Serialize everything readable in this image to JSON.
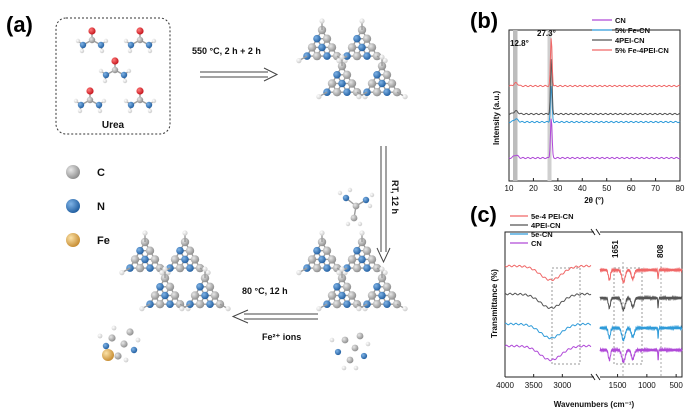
{
  "panels": {
    "a": "(a)",
    "b": "(b)",
    "c": "(c)"
  },
  "scheme": {
    "urea_label": "Urea",
    "step1": "550 °C, 2 h + 2 h",
    "step2": "RT, 12 h",
    "step3": "80 °C, 12 h",
    "fe_ions": "Fe²⁺ ions",
    "legend": [
      {
        "symbol": "C",
        "color": "#9a9a9a"
      },
      {
        "symbol": "N",
        "color": "#2c6fb5"
      },
      {
        "symbol": "Fe",
        "color": "#d6a451"
      }
    ],
    "colors": {
      "C": "#9a9a9a",
      "N": "#2c6fb5",
      "H": "#f4f4f4",
      "O": "#e0141e",
      "Fe": "#d6a451"
    }
  },
  "xrd": {
    "ylabel": "Intensity (a.u.)",
    "xlabel": "2θ (°)",
    "xticks": [
      "10",
      "20",
      "30",
      "40",
      "50",
      "60",
      "70",
      "80"
    ],
    "peak1": "12.8°",
    "peak2": "27.3°",
    "legend": [
      {
        "name": "CN",
        "color": "#b04ad8"
      },
      {
        "name": "5% Fe-CN",
        "color": "#2f9bd9"
      },
      {
        "name": "4PEI-CN",
        "color": "#555555"
      },
      {
        "name": "5% Fe-4PEI-CN",
        "color": "#f06868"
      }
    ]
  },
  "ftir": {
    "ylabel": "Transmittance (%)",
    "xlabel": "Wavenumbers (cm⁻¹)",
    "xticks_left": [
      "4000",
      "3500",
      "3000"
    ],
    "xticks_right": [
      "1500",
      "1000",
      "500"
    ],
    "peak_a": "1651",
    "peak_b": "808",
    "legend": [
      {
        "name": "5e-4 PEI-CN",
        "color": "#f06868"
      },
      {
        "name": "4PEI-CN",
        "color": "#555555"
      },
      {
        "name": "5e-CN",
        "color": "#2f9bd9"
      },
      {
        "name": "CN",
        "color": "#b04ad8"
      }
    ]
  }
}
